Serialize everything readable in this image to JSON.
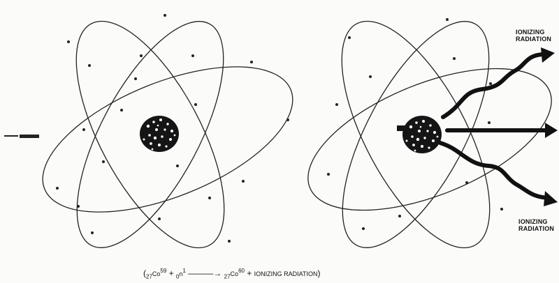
{
  "labels": {
    "ionizing_radiation_top": [
      "IONIZING",
      "RADIATION"
    ],
    "ionizing_radiation_bottom": [
      "IONIZING",
      "RADIATION"
    ],
    "neutron_input": "—◄ ▬▬▬▬"
  },
  "equation": {
    "open": "(",
    "reactant1_z": "27",
    "reactant1_symbol": "Co",
    "reactant1_a": "59",
    "plus1": "+",
    "reactant2_z": "0",
    "reactant2_symbol": "n",
    "reactant2_a": "1",
    "arrow": "———→",
    "product_z": "27",
    "product_symbol": "Co",
    "product_a": "60",
    "plus2": "+",
    "product_text": "IONIZING RADIATION",
    "close": ")"
  },
  "colors": {
    "ink": "#111111",
    "paper": "#fbfbfa"
  }
}
